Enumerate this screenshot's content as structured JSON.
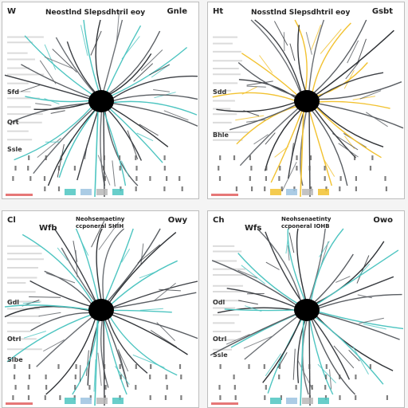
{
  "panels": [
    {
      "accent": "#4ec5c1",
      "corner_left": "W",
      "title": "Neostlnd Slepsdhtril eoy",
      "corner_right": "Gnle",
      "side_labels": [
        "Sfd",
        "Qrt",
        "Ssle"
      ]
    },
    {
      "accent": "#f2c230",
      "corner_left": "Ht",
      "title": "Nosstlnd Slepsdhtril eoy",
      "corner_right": "Gsbt",
      "side_labels": [
        "Sdd",
        "Bhle"
      ]
    },
    {
      "accent": "#4ec5c1",
      "corner_left": "Cl",
      "subtitle_top": "Neohsemaetiny",
      "subtitle_bottom": "ccponeral SHIH",
      "mid_label": "Wfb",
      "corner_right": "Owy",
      "side_labels": [
        "Gdl",
        "Otrl",
        "Slbe"
      ]
    },
    {
      "accent": "#4ec5c1",
      "corner_left": "Ch",
      "subtitle_top": "Neohsenaetinty",
      "subtitle_bottom": "ccponeral IOHB",
      "mid_label": "Wfs",
      "corner_right": "Owo",
      "side_labels": [
        "Odl",
        "Otrl",
        "Ssle"
      ]
    }
  ]
}
